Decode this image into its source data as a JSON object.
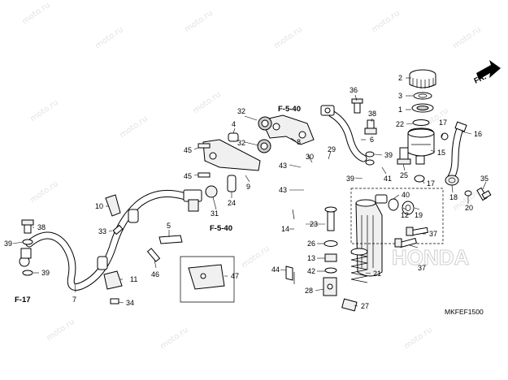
{
  "watermark": "moto.ru",
  "diagram_code": "MKFEF1500",
  "orientation_label": "FR.",
  "refs": {
    "f540_top": "F-5-40",
    "f540_mid": "F-5-40",
    "f17": "F-17"
  },
  "brand": "HONDA",
  "callouts": [
    "2",
    "3",
    "1",
    "22",
    "17",
    "16",
    "15",
    "36",
    "38",
    "6",
    "39",
    "41",
    "25",
    "17",
    "18",
    "20",
    "35",
    "32",
    "4",
    "8",
    "32",
    "45",
    "45",
    "24",
    "31",
    "9",
    "30",
    "29",
    "43",
    "43",
    "39",
    "40",
    "12",
    "19",
    "10",
    "33",
    "38",
    "39",
    "5",
    "39",
    "46",
    "14",
    "23",
    "37",
    "26",
    "13",
    "42",
    "28",
    "21",
    "37",
    "44",
    "47",
    "11",
    "34",
    "7",
    "27"
  ]
}
